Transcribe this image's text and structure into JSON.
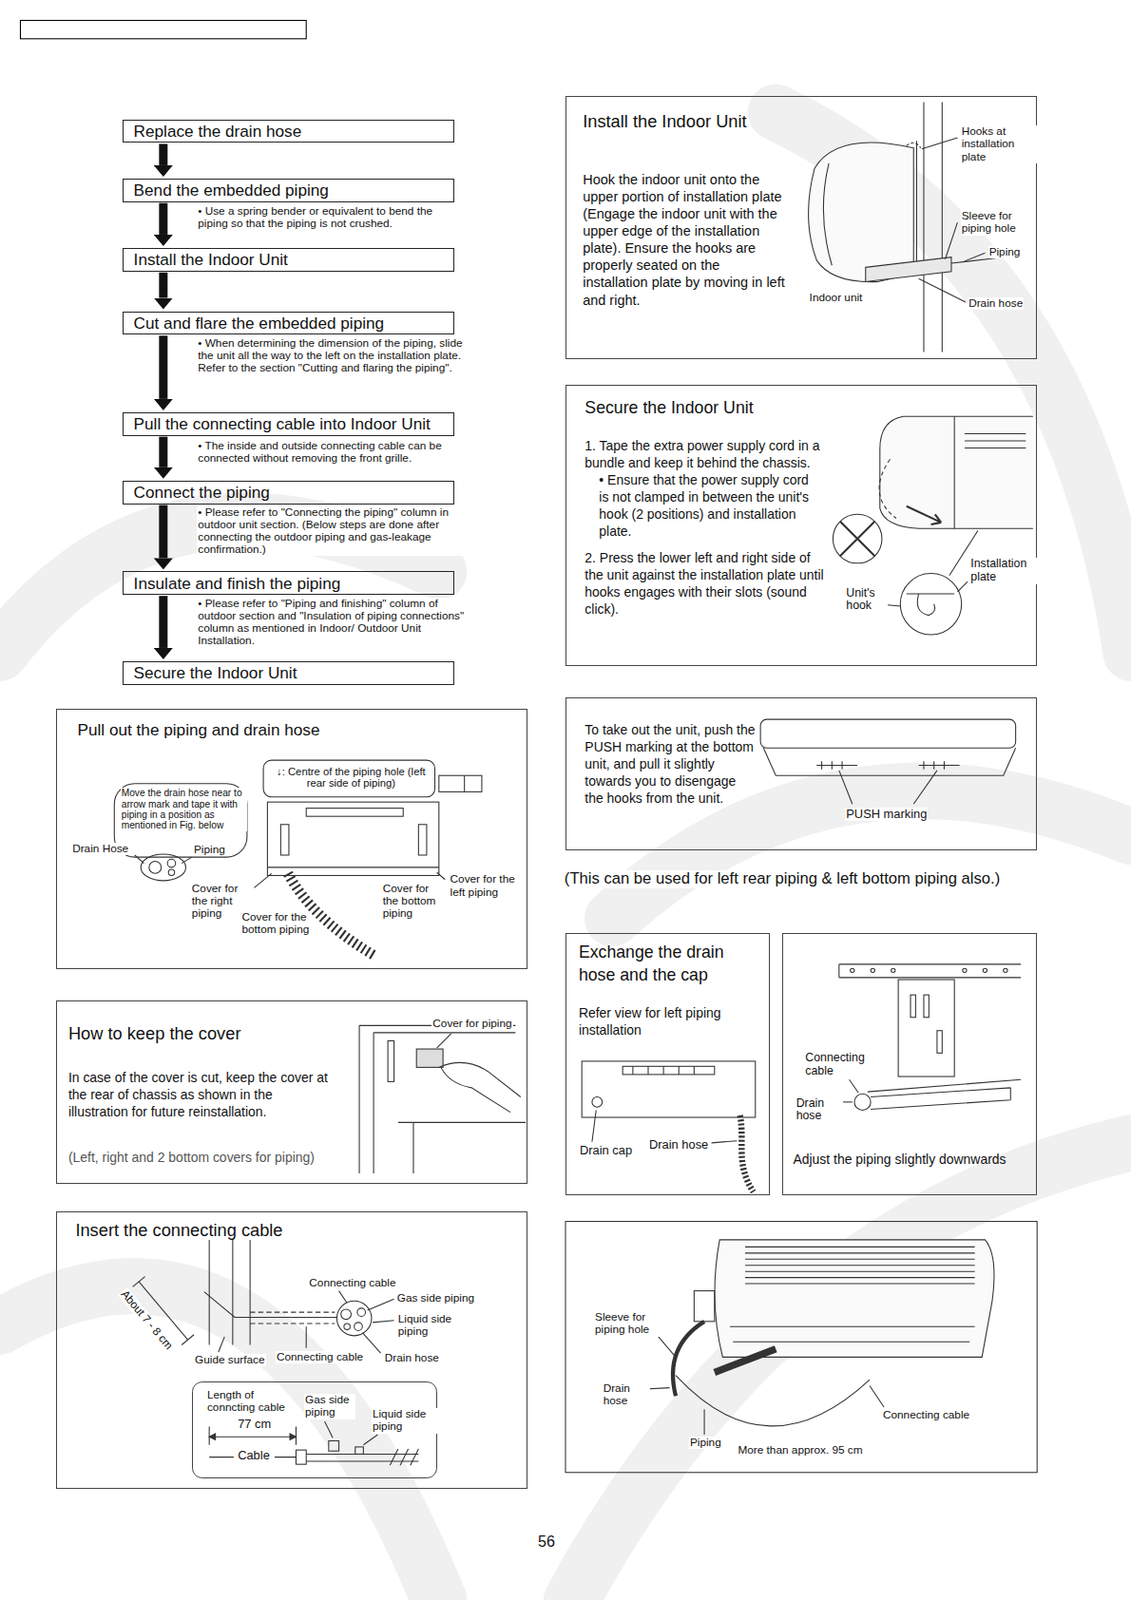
{
  "diagram": {
    "nodes": [
      {
        "text": [
          "Replace the drain hose"
        ]
      },
      {
        "text": [
          "Bend the embedded piping"
        ]
      },
      {
        "text": [
          "Install the Indoor Unit"
        ]
      },
      {
        "text": [
          "Cut and flare the embedded piping"
        ]
      },
      {
        "text": [
          "Pull the connecting cable into Indoor Unit"
        ]
      },
      {
        "text": [
          "Connect the piping"
        ]
      },
      {
        "text": [
          "Insulate and finish the piping"
        ]
      },
      {
        "text": [
          "Secure the Indoor Unit"
        ]
      },
      {
        "text": [
          "Pull out the piping and drain hose"
        ]
      },
      {
        "text": [
          "How to keep the cover",
          "In case of the cover is cut, keep the cover at the rear of chassis as shown in the illustration for future reinstallation."
        ]
      },
      {
        "text": [
          "Insert the connecting cable"
        ]
      },
      {
        "text": [
          "Length of conncting cable"
        ],
        "in": 10
      },
      {
        "text": [
          "Install the Indoor Unit",
          "Hook the indoor unit onto the upper portion of installation plate (Engage the indoor unit with the upper edge of the installation plate). Ensure the hooks are properly seated on the installation plate by moving in left and right."
        ]
      },
      {
        "text": [
          "Secure the Indoor Unit",
          "1. Tape the extra power supply cord in a bundle and keep it behind the chassis.",
          "• Ensure that the power supply cord is not clamped in between the unit's hook (2 positions) and installation plate.",
          "2. Press the lower left and right side of the unit against the installation plate until hooks engages with their slots (sound click)."
        ]
      },
      {
        "text": [
          "To take out the unit, push the PUSH marking at the bottom unit, and pull it slightly towards you to disengage the hooks from the unit."
        ]
      },
      {
        "text": [
          "Exchange the drain hose and the cap",
          "Refer view for left piping installation"
        ]
      },
      {
        "text": [
          "Adjust the piping slightly downwards"
        ]
      }
    ],
    "edges": [
      {
        "from": 0,
        "to": 1,
        "arrow": "to"
      },
      {
        "from": 1,
        "to": 2,
        "arrow": "to"
      },
      {
        "from": 2,
        "to": 3,
        "arrow": "to"
      },
      {
        "from": 3,
        "to": 4,
        "arrow": "to"
      },
      {
        "from": 4,
        "to": 5,
        "arrow": "to"
      },
      {
        "from": 5,
        "to": 6,
        "arrow": "to"
      },
      {
        "from": 6,
        "to": 7,
        "arrow": "to"
      }
    ],
    "labels": [
      "• Use a spring bender or equivalent to bend the piping so that the piping is not crushed.",
      "• When determining the dimension of the piping, slide the unit all the way to the left on the installation plate. Refer to the section \"Cutting and flaring the piping\".",
      "• The inside and outside connecting cable can be connected without removing the front grille.",
      "• Please refer to \"Connecting the piping\" column in outdoor unit section. (Below steps are done after connecting the outdoor piping and gas-leakage confirmation.)",
      "• Please refer to \"Piping and finishing\" column of outdoor section and \"Insulation of piping connections\" column as mentioned in Indoor/ Outdoor Unit Installation.",
      "↓: Centre of the piping hole (left rear side of piping)",
      "Move the drain hose near to arrow mark and tape it with piping in a position as mentioned in Fig. below",
      "Drain Hose",
      "Piping",
      "Cover for the right piping",
      "Cover for the bottom piping",
      "Cover for the bottom piping",
      "Cover for the left piping",
      "Cover for piping",
      "(Left, right and 2 bottom covers for piping)",
      "About 7 - 8 cm",
      "Connecting cable",
      "Gas side piping",
      "Liquid side piping",
      "Guide surface",
      "Connecting cable",
      "Drain hose",
      "Gas side piping",
      "Liquid side piping",
      "77 cm",
      "Cable",
      "Hooks at installation plate",
      "Sleeve for piping hole",
      "Piping",
      "Indoor unit",
      "Drain hose",
      "Installation plate",
      "Unit's hook",
      "PUSH marking",
      "(This can be used for left rear piping & left bottom piping also.)",
      "Drain cap",
      "Drain hose",
      "Connecting cable",
      "Drain hose",
      "Sleeve for piping hole",
      "Drain hose",
      "Connecting cable",
      "Piping",
      "More than approx. 95 cm",
      "56"
    ]
  }
}
